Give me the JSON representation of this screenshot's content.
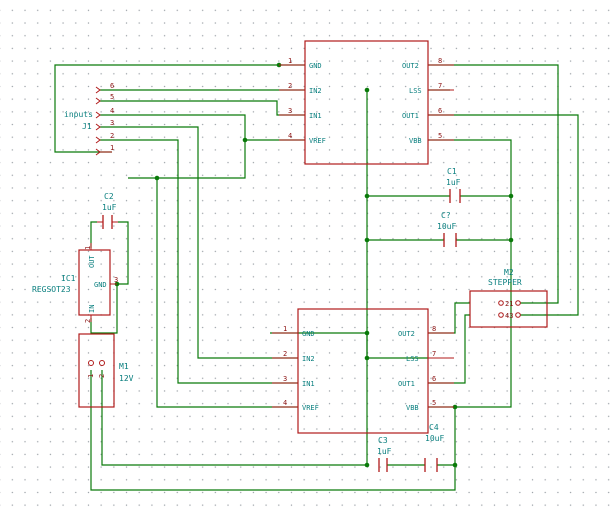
{
  "components": {
    "u_top": {
      "pins_left": [
        {
          "num": "1",
          "name": "GND"
        },
        {
          "num": "2",
          "name": "IN2"
        },
        {
          "num": "3",
          "name": "IN1"
        },
        {
          "num": "4",
          "name": "VREF"
        }
      ],
      "pins_right": [
        {
          "num": "8",
          "name": "OUT2"
        },
        {
          "num": "7",
          "name": "LSS"
        },
        {
          "num": "6",
          "name": "OUT1"
        },
        {
          "num": "5",
          "name": "VBB"
        }
      ]
    },
    "u_bottom": {
      "pins_left": [
        {
          "num": "1",
          "name": "GND"
        },
        {
          "num": "2",
          "name": "IN2"
        },
        {
          "num": "3",
          "name": "IN1"
        },
        {
          "num": "4",
          "name": "VREF"
        }
      ],
      "pins_right": [
        {
          "num": "8",
          "name": "OUT2"
        },
        {
          "num": "7",
          "name": "LSS"
        },
        {
          "num": "6",
          "name": "OUT1"
        },
        {
          "num": "5",
          "name": "VBB"
        }
      ]
    },
    "j1": {
      "ref": "J1",
      "value": "inputs",
      "pins": [
        "6",
        "5",
        "4",
        "3",
        "2",
        "1"
      ]
    },
    "c1": {
      "ref": "C1",
      "value": "1uF"
    },
    "c2": {
      "ref": "C2",
      "value": "1uF"
    },
    "c_q": {
      "ref": "C?",
      "value": "10uF"
    },
    "c3": {
      "ref": "C3",
      "value": "1uF"
    },
    "c4": {
      "ref": "C4",
      "value": "10uF"
    },
    "ic1": {
      "ref": "IC1",
      "value": "REGSOT23",
      "pin_out": "OUT",
      "pin_gnd": "GND",
      "pin_in": "IN",
      "num_out": "1",
      "num_gnd": "3",
      "num_in": "2"
    },
    "m1": {
      "ref": "M1",
      "value": "12V",
      "pins": [
        "1",
        "2"
      ]
    },
    "m2": {
      "ref": "M2",
      "value": "STEPPER",
      "pins": [
        "21",
        "43"
      ]
    }
  },
  "colors": {
    "wire": "#0a7a0a",
    "symbol": "#b01a1a",
    "text": "#0a7f7f",
    "pin_number": "#8a1010",
    "junction": "#0a7a0a",
    "grid": "#9aa0a6"
  }
}
